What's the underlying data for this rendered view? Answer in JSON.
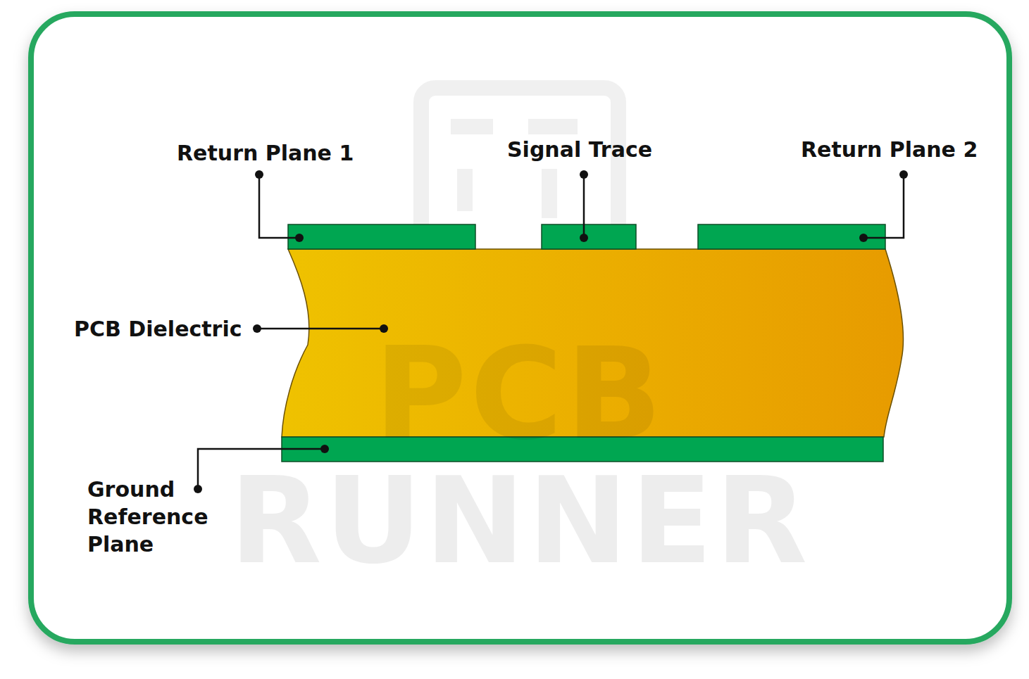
{
  "diagram": {
    "labels": [
      "Return Plane 1",
      "Signal Trace",
      "Return Plane 2",
      "PCB Dielectric",
      "Ground Reference Plane",
      "PCB",
      "RUNNER"
    ]
  }
}
